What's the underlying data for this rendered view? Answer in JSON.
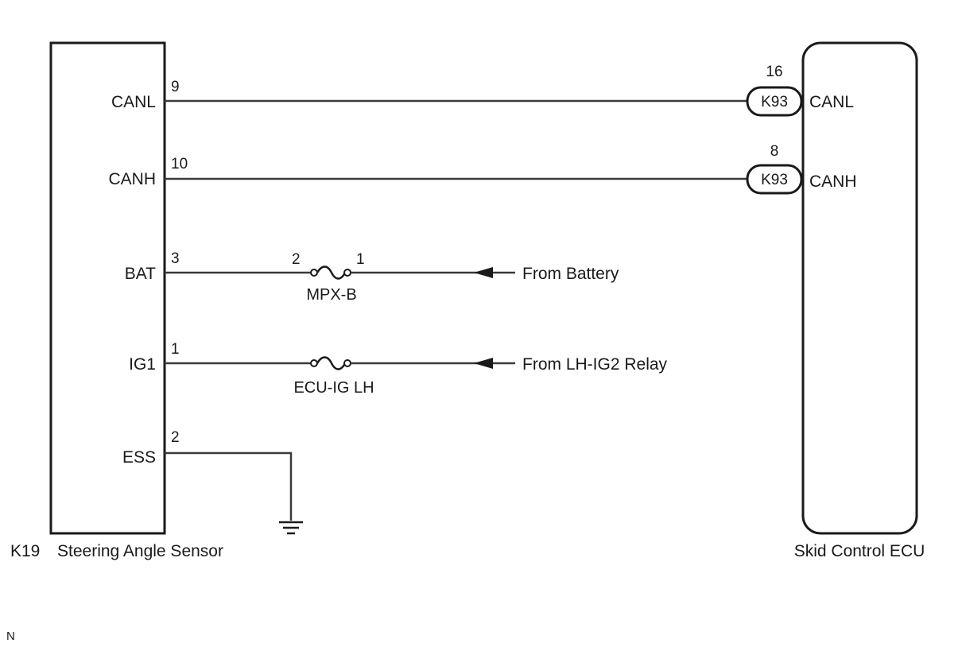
{
  "left_component": {
    "code": "K19",
    "name": "Steering Angle Sensor",
    "pins": [
      {
        "label": "CANL",
        "number": "9"
      },
      {
        "label": "CANH",
        "number": "10"
      },
      {
        "label": "BAT",
        "number": "3"
      },
      {
        "label": "IG1",
        "number": "1"
      },
      {
        "label": "ESS",
        "number": "2"
      }
    ]
  },
  "right_component": {
    "name": "Skid Control ECU",
    "pins": [
      {
        "label": "CANL",
        "number": "16",
        "connector": "K93"
      },
      {
        "label": "CANH",
        "number": "8",
        "connector": "K93"
      }
    ]
  },
  "fuses": [
    {
      "name": "MPX-B",
      "pin_left": "2",
      "pin_right": "1"
    },
    {
      "name": "ECU-IG LH"
    }
  ],
  "sources": [
    "From Battery",
    "From LH-IG2 Relay"
  ],
  "corner_mark": "N"
}
